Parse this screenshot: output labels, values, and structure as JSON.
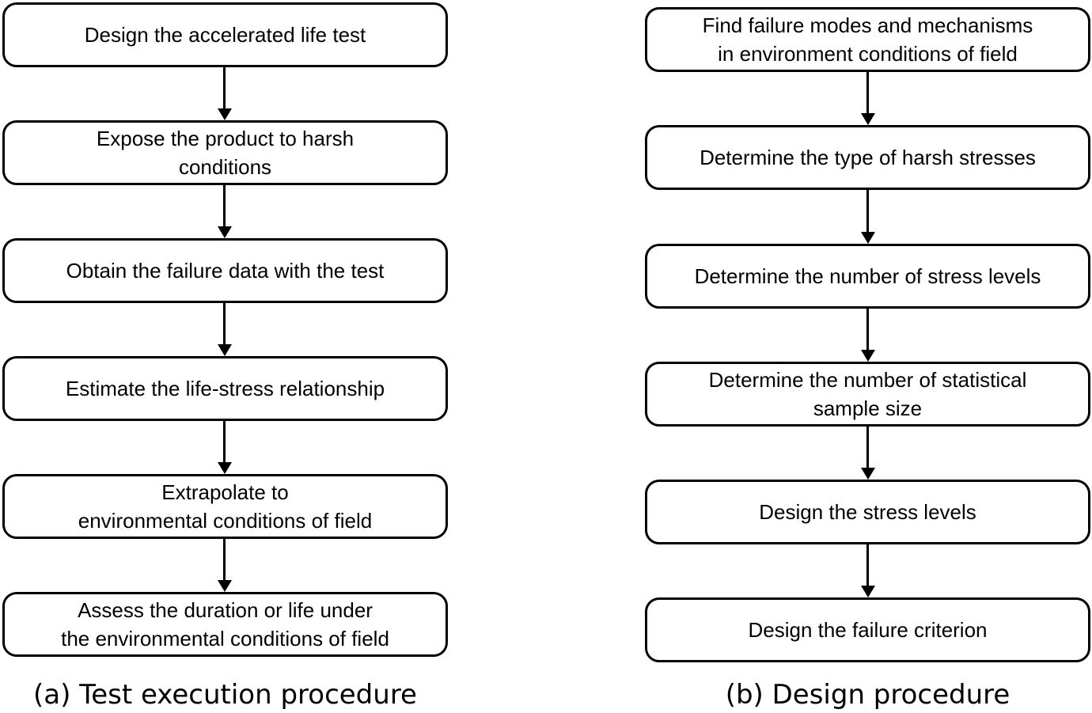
{
  "left_flow": {
    "caption": "(a) Test execution procedure",
    "steps": [
      "Design the accelerated life test",
      "Expose the product to harsh\nconditions",
      "Obtain the failure data with the test",
      "Estimate the life-stress relationship",
      "Extrapolate to\nenvironmental conditions of field",
      "Assess the duration or life under\nthe environmental conditions of field"
    ]
  },
  "right_flow": {
    "caption": "(b) Design procedure",
    "steps": [
      "Find failure modes and mechanisms\nin environment conditions of field",
      "Determine the type of harsh stresses",
      "Determine the number of stress levels",
      "Determine the number of statistical\nsample size",
      "Design the stress levels",
      "Design the failure criterion"
    ]
  }
}
